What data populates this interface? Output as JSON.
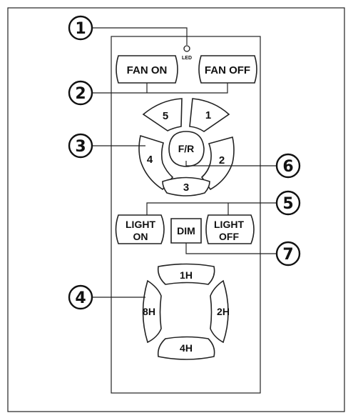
{
  "led": {
    "label": "LED"
  },
  "fan": {
    "on_label": "FAN ON",
    "off_label": "FAN OFF"
  },
  "speeds": {
    "s1": "1",
    "s2": "2",
    "s3": "3",
    "s4": "4",
    "s5": "5",
    "reverse": "F/R"
  },
  "light": {
    "on_line1": "LIGHT",
    "on_line2": "ON",
    "dim_label": "DIM",
    "off_line1": "LIGHT",
    "off_line2": "OFF"
  },
  "timers": {
    "t1": "1H",
    "t2": "2H",
    "t4": "4H",
    "t8": "8H"
  },
  "callouts": {
    "c1": "1",
    "c2": "2",
    "c3": "3",
    "c4": "4",
    "c5": "5",
    "c6": "6",
    "c7": "7"
  }
}
